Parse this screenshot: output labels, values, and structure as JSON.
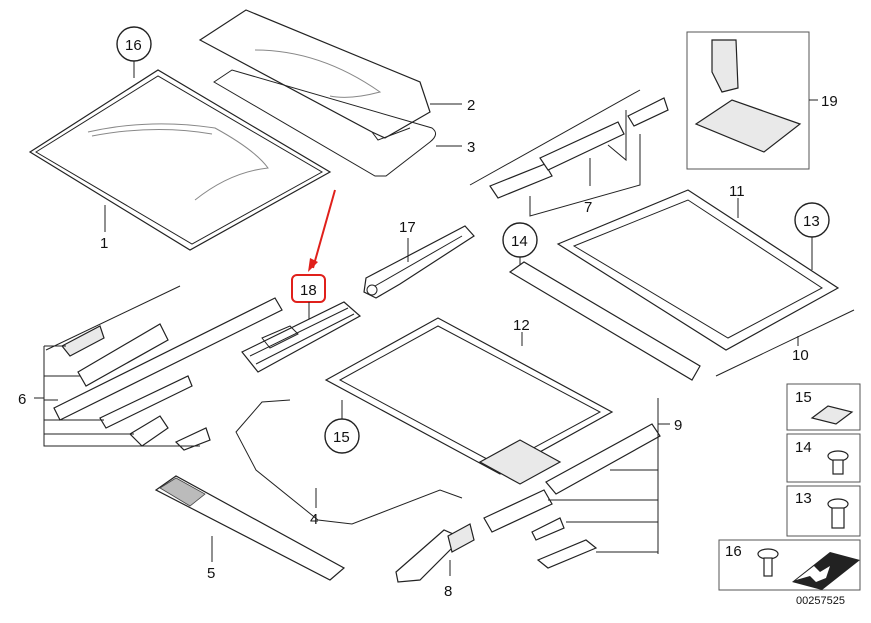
{
  "diagram": {
    "callouts": {
      "c16_top": "16",
      "c18": "18",
      "c14": "14",
      "c13": "13",
      "c15": "15"
    },
    "labels": {
      "l1": "1",
      "l2": "2",
      "l3": "3",
      "l4": "4",
      "l5": "5",
      "l6": "6",
      "l7": "7",
      "l8": "8",
      "l9": "9",
      "l10": "10",
      "l11": "11",
      "l12": "12",
      "l17": "17",
      "l19": "19"
    },
    "legend": {
      "k15": "15",
      "k14": "14",
      "k13": "13",
      "k16": "16"
    },
    "diagram_id": "00257525",
    "accent_color": "#e0201b"
  }
}
